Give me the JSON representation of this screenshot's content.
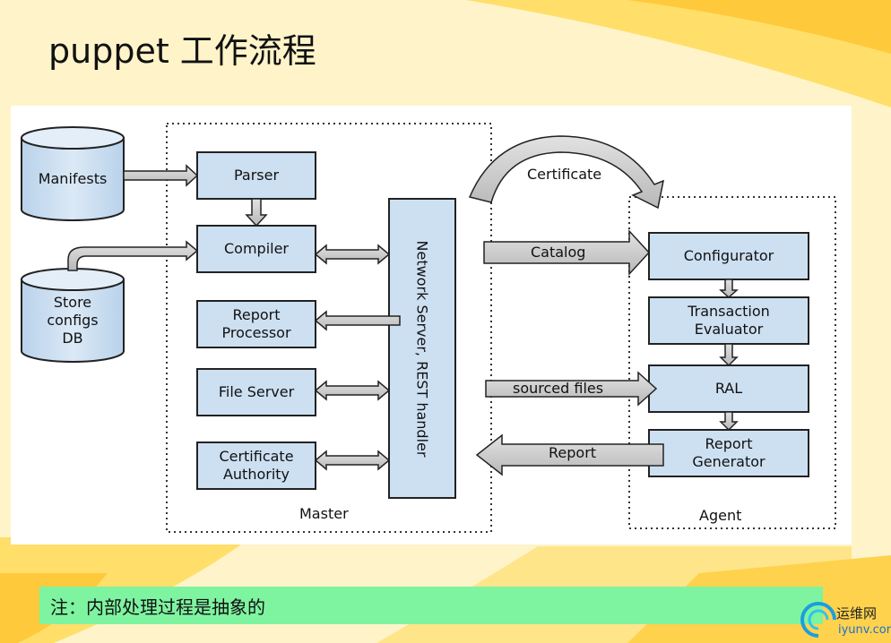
{
  "slide": {
    "title": "puppet 工作流程",
    "note": "注：内部处理过程是抽象的"
  },
  "diagram": {
    "nodes": {
      "manifests": "Manifests",
      "store_configs": "Store\nconfigs\nDB",
      "parser": "Parser",
      "compiler": "Compiler",
      "report_processor": "Report\nProcessor",
      "file_server": "File Server",
      "certificate_authority": "Certificate\nAuthority",
      "network_server": "Network Server, REST handler",
      "configurator": "Configurator",
      "transaction_evaluator": "Transaction\nEvaluator",
      "ral": "RAL",
      "report_generator": "Report\nGenerator"
    },
    "groups": {
      "master": "Master",
      "agent": "Agent"
    },
    "edges": {
      "certificate": "Certificate",
      "catalog": "Catalog",
      "sourced_files": "sourced files",
      "report": "Report"
    }
  },
  "watermark": {
    "cn": "运维网",
    "url": "iyunv.com"
  },
  "colors": {
    "box_fill": "#cde0f2",
    "arrow_fill": "#cfcfcf",
    "note_bar": "#7ef3a0",
    "background": "#fff4c9"
  }
}
